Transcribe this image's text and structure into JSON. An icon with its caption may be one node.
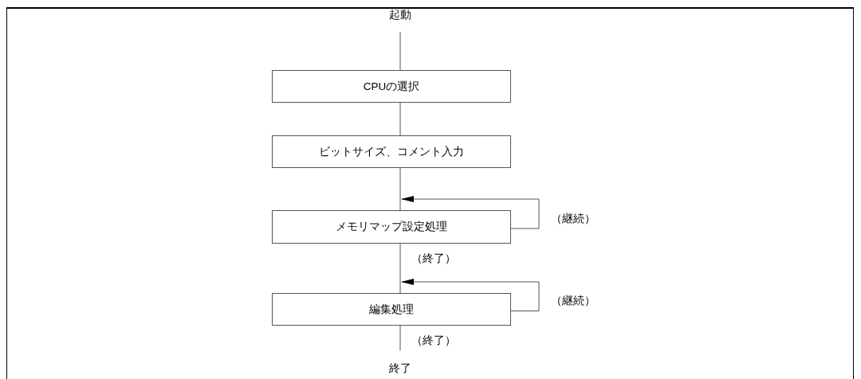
{
  "diagram": {
    "nodes": [
      {
        "text": [
          "起動"
        ]
      },
      {
        "text": [
          "CPUの選択"
        ]
      },
      {
        "text": [
          "ビットサイズ、コメント入力"
        ]
      },
      {
        "text": [
          "メモリマップ設定処理"
        ]
      },
      {
        "text": [
          "編集処理"
        ]
      },
      {
        "text": [
          "終了"
        ]
      }
    ],
    "edges": [
      {
        "from": 0,
        "to": 1,
        "arrow": "none"
      },
      {
        "from": 1,
        "to": 2,
        "arrow": "none"
      },
      {
        "from": 2,
        "to": 3,
        "arrow": "none"
      },
      {
        "from": 3,
        "to": 3,
        "arrow": "to",
        "label": "（継続）"
      },
      {
        "from": 3,
        "to": 4,
        "arrow": "none",
        "label": "（終了）"
      },
      {
        "from": 4,
        "to": 4,
        "arrow": "to",
        "label": "（継続）"
      },
      {
        "from": 4,
        "to": 5,
        "arrow": "none",
        "label": "（終了）"
      }
    ]
  }
}
